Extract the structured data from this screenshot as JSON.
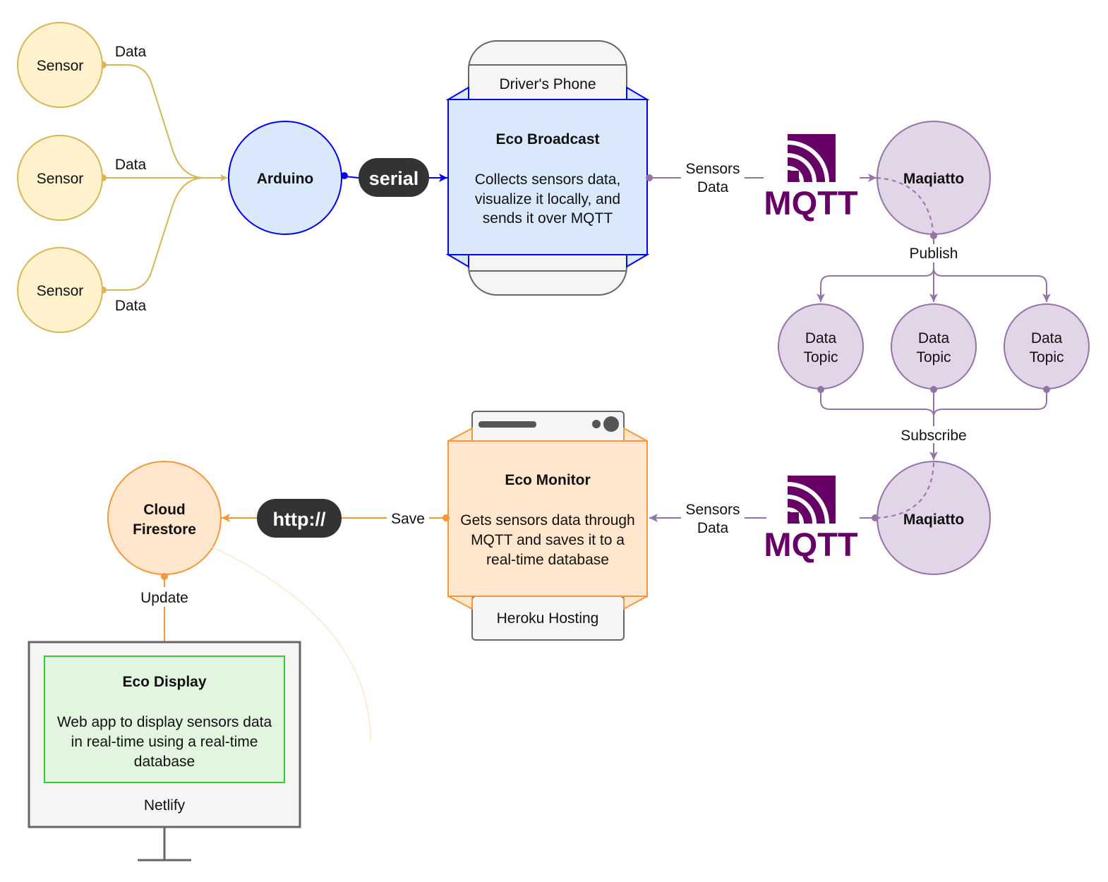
{
  "sensors": [
    {
      "label": "Sensor",
      "edge_label": "Data"
    },
    {
      "label": "Sensor",
      "edge_label": "Data"
    },
    {
      "label": "Sensor",
      "edge_label": "Data"
    }
  ],
  "arduino": {
    "label": "Arduino"
  },
  "serial_link": {
    "label": "serial"
  },
  "phone": {
    "top_label": "Driver's Phone",
    "title": "Eco Broadcast",
    "desc": [
      "Collects sensors data,",
      "visualize it locally, and",
      "sends it over MQTT"
    ]
  },
  "broadcast_link": {
    "label_lines": [
      "Sensors",
      "Data"
    ]
  },
  "mqtt_logo": {
    "text": "MQTT",
    "color": "#660066"
  },
  "broker_top": {
    "label": "Maqiatto"
  },
  "publish": {
    "label": "Publish"
  },
  "topics": [
    {
      "lines": [
        "Data",
        "Topic"
      ]
    },
    {
      "lines": [
        "Data",
        "Topic"
      ]
    },
    {
      "lines": [
        "Data",
        "Topic"
      ]
    }
  ],
  "subscribe": {
    "label": "Subscribe"
  },
  "broker_bottom": {
    "label": "Maqiatto"
  },
  "monitor_link": {
    "label_lines": [
      "Sensors",
      "Data"
    ]
  },
  "server": {
    "title": "Eco Monitor",
    "desc": [
      "Gets sensors data through",
      "MQTT and saves it to a",
      "real-time database"
    ],
    "bottom_label": "Heroku Hosting"
  },
  "save_link": {
    "label": "Save"
  },
  "http_link": {
    "label": "http://"
  },
  "firestore": {
    "lines": [
      "Cloud",
      "Firestore"
    ]
  },
  "update_link": {
    "label": "Update"
  },
  "display": {
    "title": "Eco Display",
    "desc": [
      "Web app to display sensors data",
      "in real-time using a real-time",
      "database"
    ],
    "bottom_label": "Netlify"
  },
  "colors": {
    "sensor_fill": "#fff2cc",
    "sensor_stroke": "#d6b656",
    "blue_fill": "#dae8fc",
    "blue_stroke": "#0000ee",
    "purple_fill": "#e1d5e7",
    "purple_stroke": "#9673a6",
    "orange_fill": "#ffe6cc",
    "orange_stroke": "#f5973a",
    "green_fill": "#e2f6df",
    "green_stroke": "#33cc33",
    "pill_fill": "#333333",
    "mqtt": "#660066"
  }
}
